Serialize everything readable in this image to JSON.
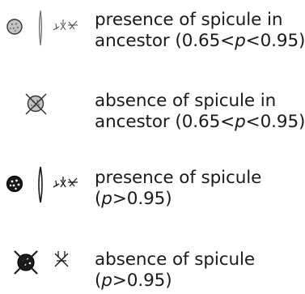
{
  "legend": {
    "items": [
      {
        "line1": "presence of spicule in",
        "line2_pre": "ancestor (0.65<",
        "p": "p",
        "line2_post": "<0.95)",
        "colors": {
          "fill": "#b9b9b9",
          "stroke": "#3a3a3a"
        },
        "symbols": [
          "gray-sphere-icon",
          "gray-monaxon-spicule-icon",
          "gray-branched-spicules-icon"
        ]
      },
      {
        "line1": "absence of spicule in",
        "line2_pre": "ancestor (0.65<",
        "p": "p",
        "line2_post": "<0.95)",
        "colors": {
          "fill": "#b9b9b9",
          "stroke": "#3a3a3a"
        },
        "symbols": [
          "crossed-gray-sphere-icon"
        ]
      },
      {
        "line1": "presence of spicule",
        "line2_pre": "(",
        "p": "p",
        "line2_post": ">0.95)",
        "colors": {
          "fill": "#1a1a1a",
          "stroke": "#1a1a1a"
        },
        "symbols": [
          "black-sphere-icon",
          "black-monaxon-spicule-icon",
          "black-branched-spicules-icon"
        ]
      },
      {
        "line1": "absence of spicule",
        "line2_pre": "(",
        "p": "p",
        "line2_post": ">0.95)",
        "colors": {
          "fill": "#1a1a1a",
          "stroke": "#1a1a1a"
        },
        "symbols": [
          "crossed-black-sphere-icon",
          "crossed-branched-spicules-icon"
        ]
      }
    ]
  }
}
